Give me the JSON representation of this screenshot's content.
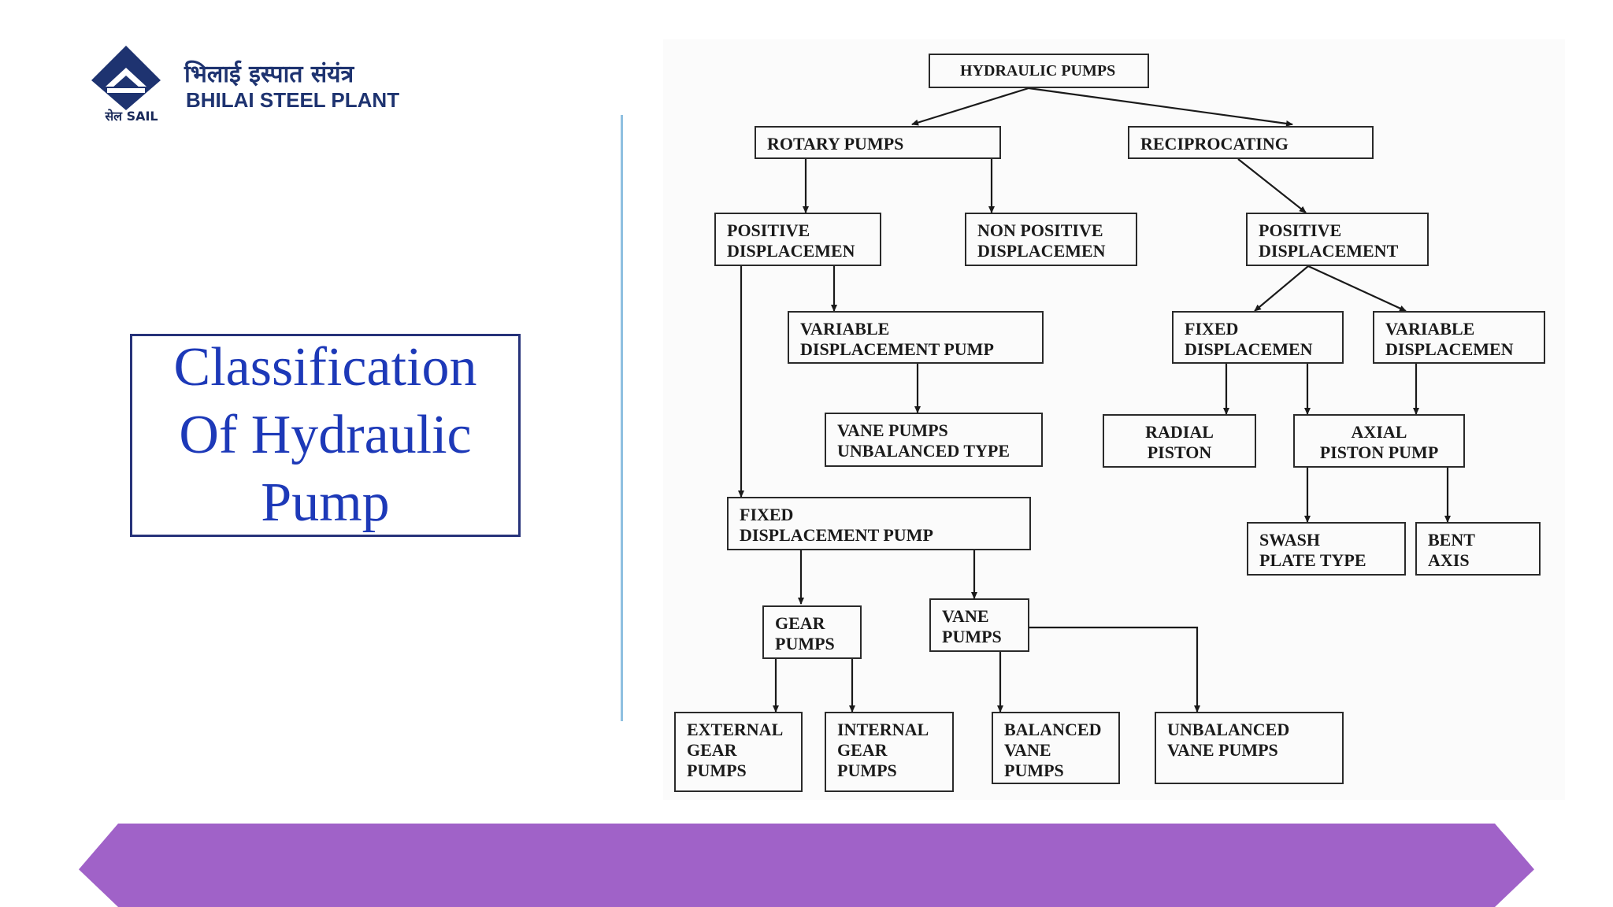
{
  "header": {
    "logo_text": "सेल SAIL",
    "org_name_hindi": "भिलाई इस्पात संयंत्र",
    "org_name_english": "BHILAI STEEL PLANT"
  },
  "title": "Classification\nOf Hydraulic\nPump",
  "colors": {
    "brand_navy": "#1e3370",
    "title_blue": "#1d39b8",
    "banner_purple": "#a062c8",
    "divider_blue": "#8fc0e0"
  },
  "diagram": {
    "root": "HYDRAULIC PUMPS",
    "rotary": "ROTARY PUMPS",
    "reciprocating": "RECIPROCATING",
    "rot_positive": "POSITIVE\nDISPLACEMEN",
    "rot_non_positive": "NON POSITIVE\nDISPLACEMEN",
    "rec_positive": "POSITIVE\nDISPLACEMENT",
    "variable_displacement_pump": "VARIABLE\nDISPLACEMENT PUMP",
    "vane_unbalanced": "VANE PUMPS\nUNBALANCED TYPE",
    "rec_fixed": "FIXED\nDISPLACEMEN",
    "rec_variable": "VARIABLE\nDISPLACEMEN",
    "radial_piston": "RADIAL\nPISTON",
    "axial_piston": "AXIAL\nPISTON PUMP",
    "swash_plate": "SWASH\nPLATE TYPE",
    "bent_axis": "BENT\nAXIS",
    "fixed_displacement_pump": "FIXED\nDISPLACEMENT PUMP",
    "gear_pumps": "GEAR\nPUMPS",
    "vane_pumps": "VANE\nPUMPS",
    "external_gear": "EXTERNAL\nGEAR\nPUMPS",
    "internal_gear": "INTERNAL\nGEAR\nPUMPS",
    "balanced_vane": "BALANCED\nVANE\nPUMPS",
    "unbalanced_vane": "UNBALANCED\nVANE PUMPS"
  }
}
